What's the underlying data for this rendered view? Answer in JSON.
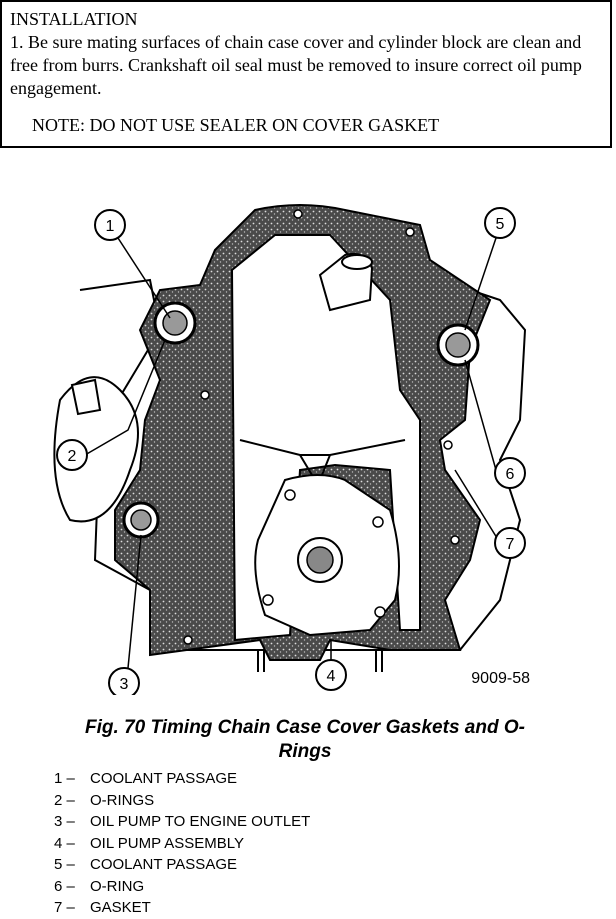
{
  "installation": {
    "heading": "INSTALLATION",
    "step1": " 1. Be sure mating surfaces of chain case cover and cylinder block are clean and free from burrs. Crankshaft oil seal must be removed to insure correct oil pump engagement.",
    "note": "NOTE: DO NOT USE SEALER ON COVER GASKET"
  },
  "figure": {
    "callouts": [
      "1",
      "2",
      "3",
      "4",
      "5",
      "6",
      "7"
    ],
    "ref_number": "9009-58",
    "caption": "Fig. 70 Timing Chain Case Cover Gaskets and O-Rings"
  },
  "legend": [
    {
      "num": "1 –",
      "label": "COOLANT PASSAGE"
    },
    {
      "num": "2 –",
      "label": "O-RINGS"
    },
    {
      "num": "3 –",
      "label": "OIL PUMP TO ENGINE OUTLET"
    },
    {
      "num": "4 –",
      "label": "OIL PUMP ASSEMBLY"
    },
    {
      "num": "5 –",
      "label": "COOLANT PASSAGE"
    },
    {
      "num": "6 –",
      "label": "O-RING"
    },
    {
      "num": "7 –",
      "label": "GASKET"
    }
  ]
}
